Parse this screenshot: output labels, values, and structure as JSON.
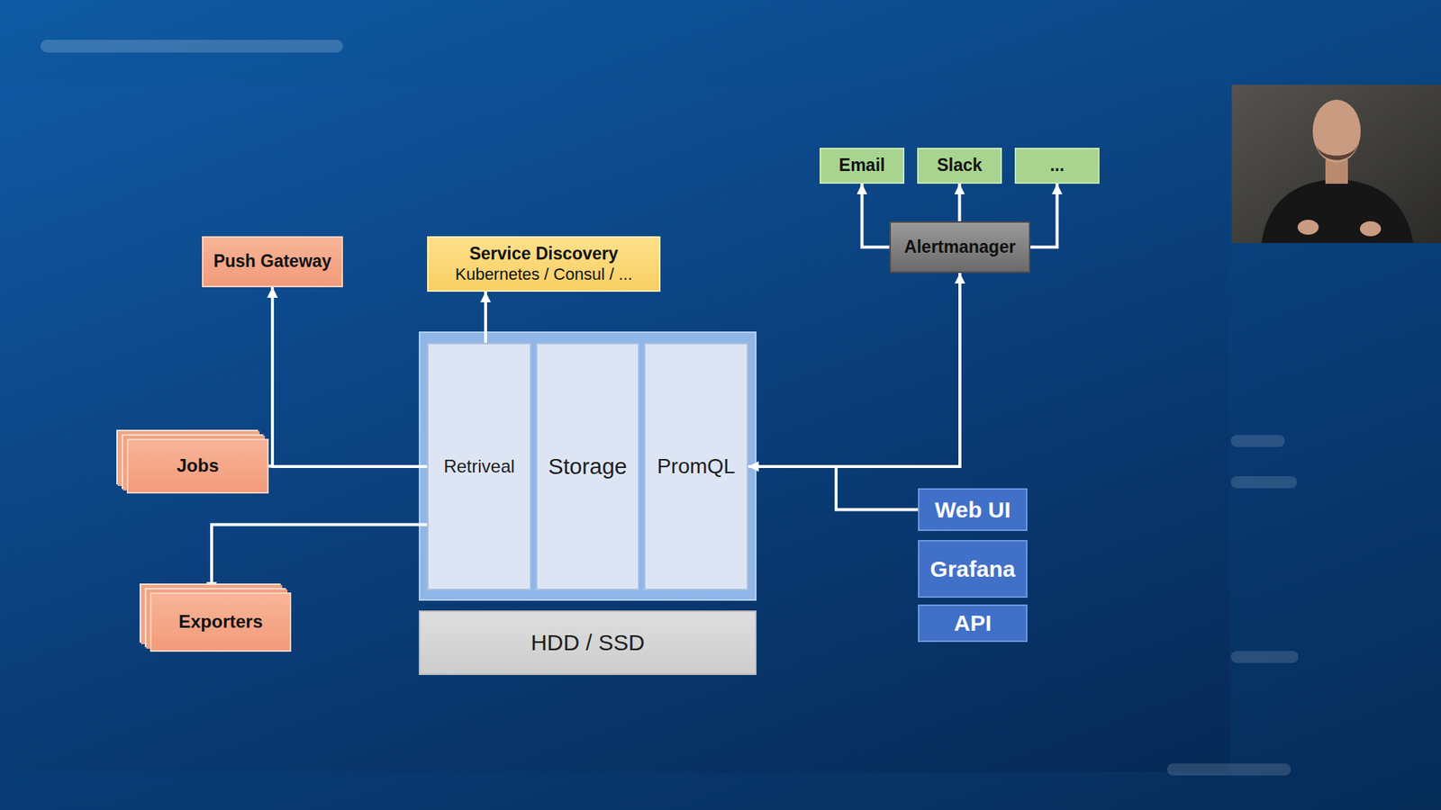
{
  "diagram": {
    "nodes": [
      {
        "text": [
          "Email"
        ]
      },
      {
        "text": [
          "Slack"
        ]
      },
      {
        "text": [
          "..."
        ]
      },
      {
        "text": [
          "Push Gateway"
        ]
      },
      {
        "text": [
          "Service Discovery",
          "Kubernetes / Consul / ..."
        ]
      },
      {
        "text": [
          "Alertmanager"
        ]
      },
      {
        "text": [
          "Retriveal"
        ]
      },
      {
        "text": [
          "Storage"
        ]
      },
      {
        "text": [
          "PromQL"
        ]
      },
      {
        "text": [
          "Jobs"
        ]
      },
      {
        "text": [
          "Web UI"
        ]
      },
      {
        "text": [
          "Grafana"
        ]
      },
      {
        "text": [
          "API"
        ]
      },
      {
        "text": [
          "Exporters"
        ]
      },
      {
        "text": [
          "HDD / SSD"
        ]
      }
    ],
    "edges": [
      {
        "from": 6,
        "to": 3,
        "arrow": "to"
      },
      {
        "from": 9,
        "to": 3,
        "arrow": "to"
      },
      {
        "from": 6,
        "to": 13,
        "arrow": "to"
      },
      {
        "from": 6,
        "to": 4,
        "arrow": "to"
      },
      {
        "from": 8,
        "to": 5,
        "arrow": "to"
      },
      {
        "from": 10,
        "to": 8,
        "arrow": "to"
      },
      {
        "from": 5,
        "to": 0,
        "arrow": "to"
      },
      {
        "from": 5,
        "to": 1,
        "arrow": "to"
      },
      {
        "from": 5,
        "to": 2,
        "arrow": "to"
      }
    ]
  }
}
